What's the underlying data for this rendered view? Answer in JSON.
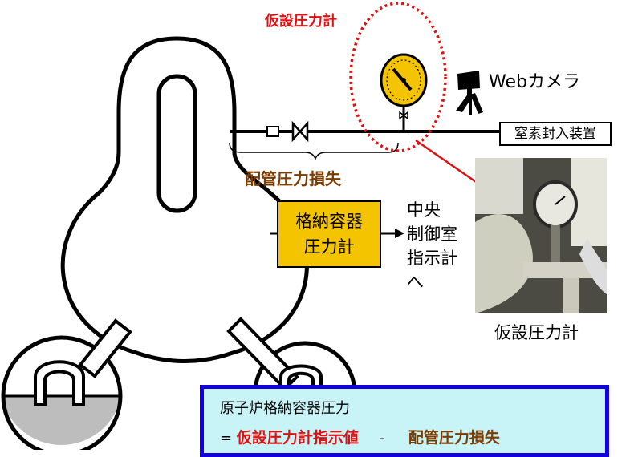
{
  "labels": {
    "temp_gauge_title": "仮設圧力計",
    "web_camera": "Webカメラ",
    "n2_device": "窒素封入装置",
    "pipe_loss": "配管圧力損失",
    "containment_gauge_line1": "格納容器",
    "containment_gauge_line2": "圧力計",
    "to_control_room": [
      "中央",
      "制御室",
      "指示計",
      "へ"
    ],
    "photo_caption": "仮設圧力計"
  },
  "formula": {
    "line1": "原子炉格納容器圧力",
    "equals": "=",
    "term1": "仮設圧力計指示値",
    "minus": "-",
    "term2": "配管圧力損失"
  },
  "colors": {
    "red": "#e01010",
    "brown": "#7a3c00",
    "gauge_yellow": "#f5c400",
    "formula_bg": "#c8f3f7",
    "formula_border": "#1200e0"
  }
}
